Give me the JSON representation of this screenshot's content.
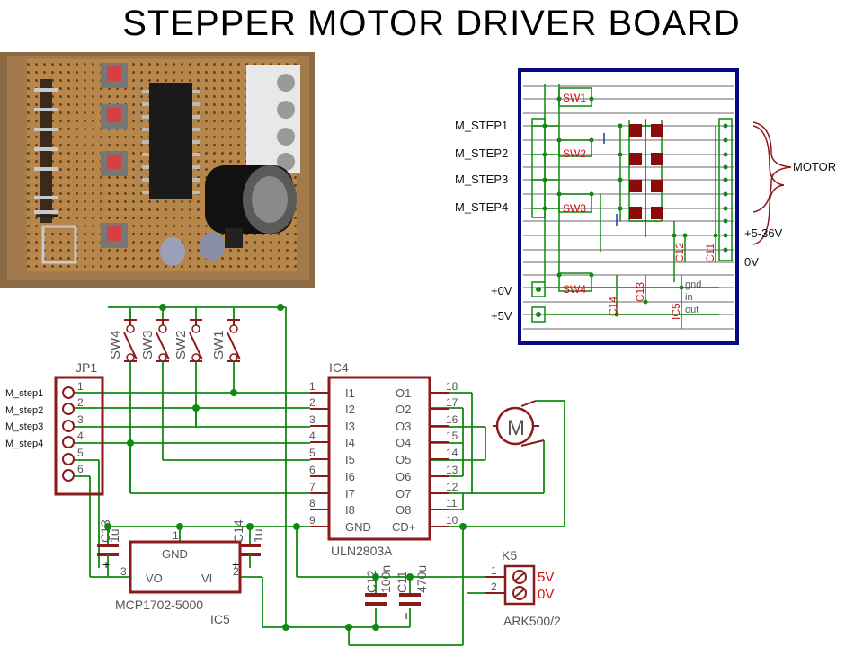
{
  "title": "STEPPER MOTOR DRIVER BOARD",
  "photo": {
    "caption": "Photo of assembled stepper motor driver board"
  },
  "layout": {
    "left_labels": [
      "M_STEP1",
      "M_STEP2",
      "M_STEP3",
      "M_STEP4"
    ],
    "power_labels": [
      "+0V",
      "+5V"
    ],
    "switch_labels": [
      "SW1",
      "SW2",
      "SW3",
      "SW4"
    ],
    "cap_labels": [
      "C14",
      "C13",
      "IC5",
      "C12",
      "C11"
    ],
    "ic5_pins": [
      "gnd",
      "in",
      "out"
    ],
    "motor_label": "MOTOR",
    "supply_labels": [
      "+5-36V",
      "0V"
    ]
  },
  "schematic": {
    "jp1": {
      "name": "JP1",
      "pins": [
        "1",
        "2",
        "3",
        "4",
        "5",
        "6"
      ],
      "signals": [
        "M_step1",
        "M_step2",
        "M_step3",
        "M_step4"
      ]
    },
    "switches": [
      "SW4",
      "SW3",
      "SW2",
      "SW1"
    ],
    "ic4": {
      "name": "IC4",
      "part": "ULN2803A",
      "left_pins": [
        "1",
        "2",
        "3",
        "4",
        "5",
        "6",
        "7",
        "8",
        "9"
      ],
      "left_names": [
        "I1",
        "I2",
        "I3",
        "I4",
        "I5",
        "I6",
        "I7",
        "I8",
        "GND"
      ],
      "right_pins": [
        "18",
        "17",
        "16",
        "15",
        "14",
        "13",
        "12",
        "11",
        "10"
      ],
      "right_names": [
        "O1",
        "O2",
        "O3",
        "O4",
        "O5",
        "O6",
        "O7",
        "O8",
        "CD+"
      ]
    },
    "motor": "M",
    "regulator": {
      "name": "IC5",
      "part": "MCP1702-5000",
      "gnd": "GND",
      "vo": "VO",
      "vi": "VI",
      "pin_vo": "3",
      "pin_vi": "2",
      "pin_gnd": "1"
    },
    "caps": {
      "c13": {
        "name": "C13",
        "value": "1u"
      },
      "c14": {
        "name": "C14",
        "value": "1u"
      },
      "c12": {
        "name": "C12",
        "value": "100n"
      },
      "c11": {
        "name": "C11",
        "value": "470u"
      }
    },
    "k5": {
      "name": "K5",
      "part": "ARK500/2",
      "pins": [
        "1",
        "2"
      ],
      "labels": [
        "5V",
        "0V"
      ]
    }
  },
  "colors": {
    "wire": "#0f8a0f",
    "component": "#8b1a1a",
    "label_red": "#d01010",
    "layout_border": "#0a0a80",
    "pad": "#8b0a0a"
  }
}
